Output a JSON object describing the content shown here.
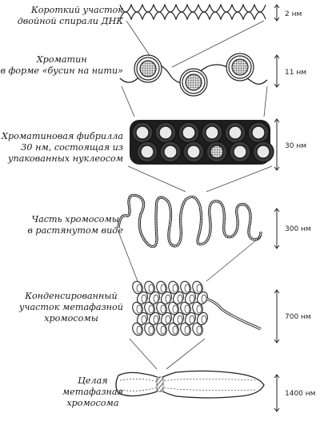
{
  "levels": [
    {
      "id": "dna",
      "label_lines": [
        "Короткий участок",
        "двойной спирали ДНК"
      ],
      "size": "2 нм"
    },
    {
      "id": "beads",
      "label_lines": [
        "Хроматин",
        "в форме «бусин на нити»"
      ],
      "size": "11 нм"
    },
    {
      "id": "fiber",
      "label_lines": [
        "Хроматиновая фибрилла",
        "30 нм, состоящая из",
        "упакованных нуклеосом"
      ],
      "size": "30 нм"
    },
    {
      "id": "extended",
      "label_lines": [
        "Часть хромосомы",
        "в растянутом виде"
      ],
      "size": "300 нм"
    },
    {
      "id": "condensed",
      "label_lines": [
        "Конденсированный",
        "участок метафазной",
        "хромосомы"
      ],
      "size": "700 нм"
    },
    {
      "id": "whole",
      "label_lines": [
        "Целая",
        "метафазная",
        "хромосома"
      ],
      "size": "1400 нм"
    }
  ]
}
